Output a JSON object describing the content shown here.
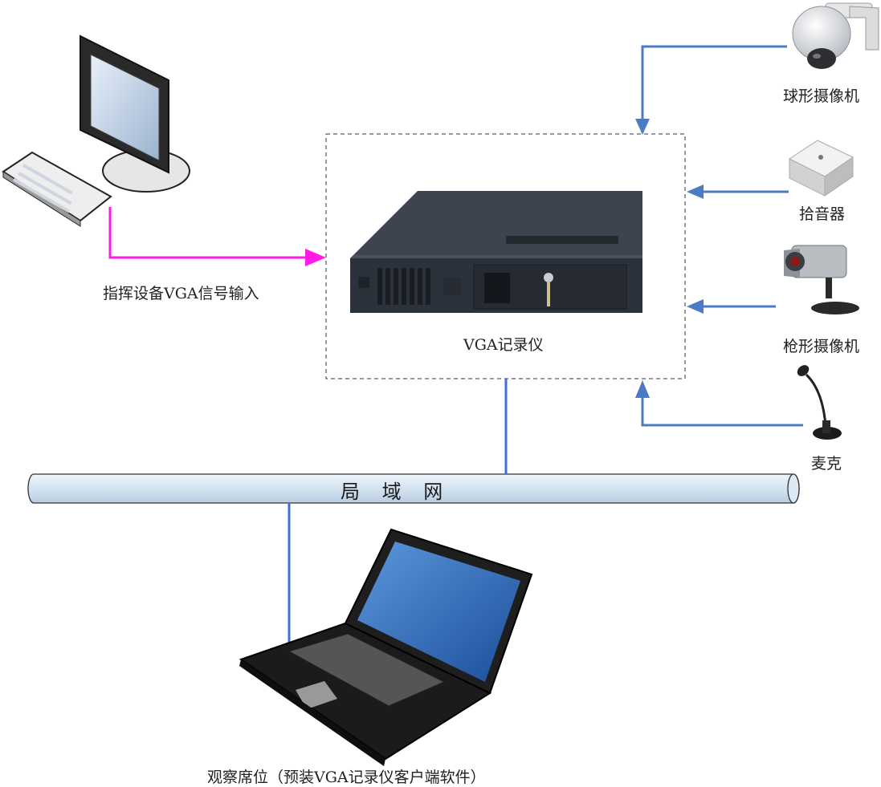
{
  "diagram": {
    "lan": {
      "label": "局 域 网"
    },
    "recorder": {
      "label": "VGA记录仪"
    },
    "pc": {
      "label": "指挥设备VGA信号输入"
    },
    "viewer": {
      "label": "观察席位（预装VGA记录仪客户端软件）"
    },
    "devices": [
      {
        "label": "球形摄像机"
      },
      {
        "label": "拾音器"
      },
      {
        "label": "枪形摄像机"
      },
      {
        "label": "麦克"
      }
    ],
    "colors": {
      "vga_signal_line": "#ff1ae6",
      "signal_line": "#4a7bc4",
      "network_line": "#3f6fd0",
      "lan_pipe": "#dce8f4",
      "box_border": "#333333"
    }
  }
}
